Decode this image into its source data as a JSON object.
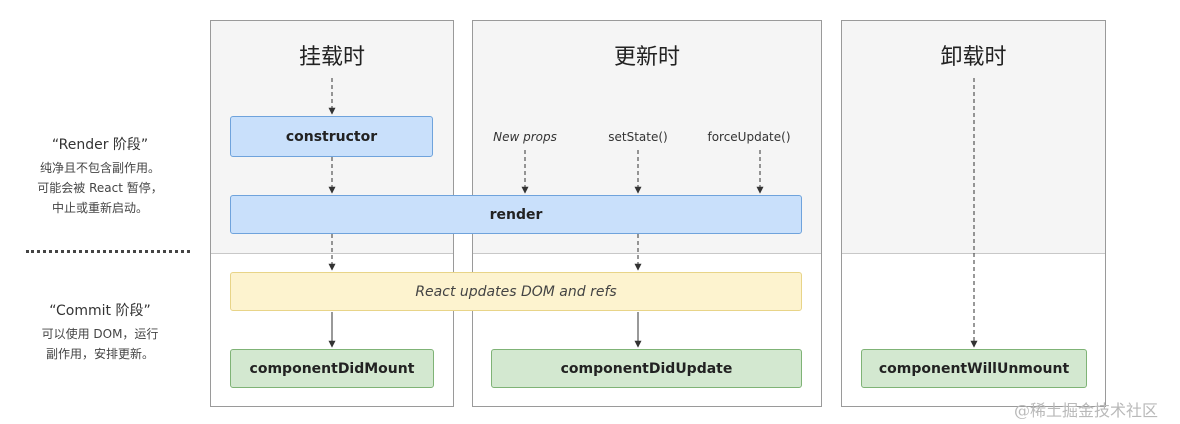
{
  "left_panel": {
    "render_phase": {
      "title": "“Render 阶段”",
      "desc_lines": [
        "纯净且不包含副作用。",
        "可能会被 React 暂停，",
        "中止或重新启动。"
      ]
    },
    "commit_phase": {
      "title": "“Commit 阶段”",
      "desc_lines": [
        "可以使用 DOM，运行",
        "副作用，安排更新。"
      ]
    }
  },
  "columns": {
    "mount": {
      "title": "挂载时"
    },
    "update": {
      "title": "更新时"
    },
    "unmount": {
      "title": "卸载时"
    }
  },
  "boxes": {
    "constructor": "constructor",
    "render": "render",
    "react_updates": "React updates DOM and refs",
    "did_mount": "componentDidMount",
    "did_update": "componentDidUpdate",
    "will_unmount": "componentWillUnmount"
  },
  "update_triggers": [
    "New props",
    "setState()",
    "forceUpdate()"
  ],
  "watermark": "@稀土掘金技术社区",
  "colors": {
    "render_phase_bg": "#f5f5f5",
    "blue_box": "#c9e0fb",
    "blue_border": "#6fa3dc",
    "yellow_box": "#fdf3cf",
    "green_box": "#d3e8d0",
    "green_border": "#7fb376"
  }
}
